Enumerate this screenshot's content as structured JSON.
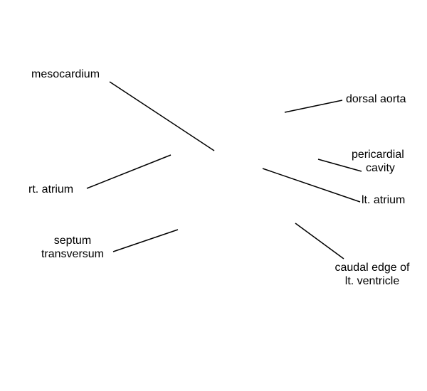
{
  "labels": {
    "mesocardium": "mesocardium",
    "dorsal_aorta": "dorsal aorta",
    "pericardial_cavity": [
      "pericardial",
      "cavity"
    ],
    "rt_atrium": "rt. atrium",
    "lt_atrium": "lt. atrium",
    "septum_transversum": [
      "septum",
      "transversum"
    ],
    "caudal_edge": [
      "caudal edge of",
      "lt. ventricle"
    ]
  },
  "colors": {
    "line": "#000000",
    "text": "#000000",
    "background": "#ffffff"
  }
}
